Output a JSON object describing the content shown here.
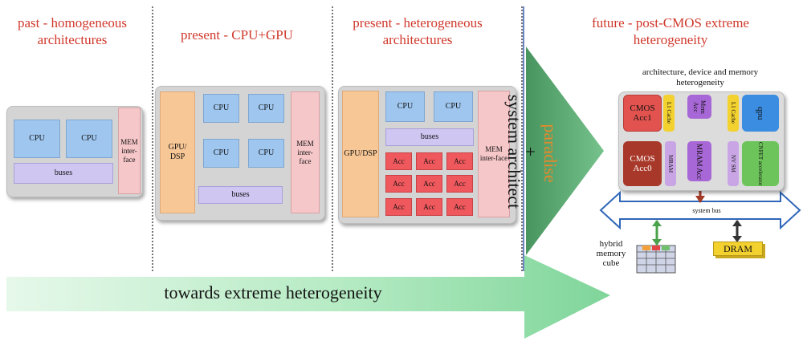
{
  "titles": {
    "past": "past - homogeneous architectures",
    "present_cpu_gpu": "present - CPU+GPU",
    "present_hetero": "present - heterogeneous architectures",
    "future": "future -  post-CMOS extreme heterogeneity"
  },
  "past": {
    "cpu1": "CPU",
    "cpu2": "CPU",
    "mem": "MEM inter-face",
    "buses": "buses"
  },
  "cpu_gpu": {
    "gpu": "GPU/ DSP",
    "cpus": [
      "CPU",
      "CPU",
      "CPU",
      "CPU"
    ],
    "mem": "MEM inter-face",
    "buses": "buses"
  },
  "hetero": {
    "gpu": "GPU/DSP",
    "cpus": [
      "CPU",
      "CPU"
    ],
    "buses": "buses",
    "mem": "MEM inter-face",
    "accs": [
      "Acc",
      "Acc",
      "Acc",
      "Acc",
      "Acc",
      "Acc",
      "Acc",
      "Acc",
      "Acc"
    ]
  },
  "future": {
    "caption": "architecture, device and memory heterogeneity",
    "cmos_acc1": "CMOS Acc1",
    "cmos_acc0": "CMOS Acc0",
    "l1_cache_left": "L1 Cache",
    "l1_cache_right": "L1 Cache",
    "mem_acc": "Mem Acc",
    "qpu": "qpu",
    "mram_small": "MRAM",
    "mram_acc": "MRAM Acc",
    "nv_sm": "NV SM",
    "cnfet": "CNFET accelerator",
    "system_bus": "system bus",
    "hybrid_memory_cube": "hybrid memory cube",
    "dram": "DRAM"
  },
  "paradise": {
    "word": "paradise",
    "plus": "+",
    "architect": "system architect"
  },
  "arrow_label": "towards extreme heterogeneity",
  "colors": {
    "title_red": "#d0382b",
    "cpu_blue": "#9ec6ef",
    "bus_purple": "#cfc6f2",
    "mem_pink": "#f6c7c9",
    "gpu_orange": "#f8c796",
    "acc_red": "#ef585d",
    "arrow_green": "#64b07b",
    "paradise_orange": "#e58a2a"
  }
}
